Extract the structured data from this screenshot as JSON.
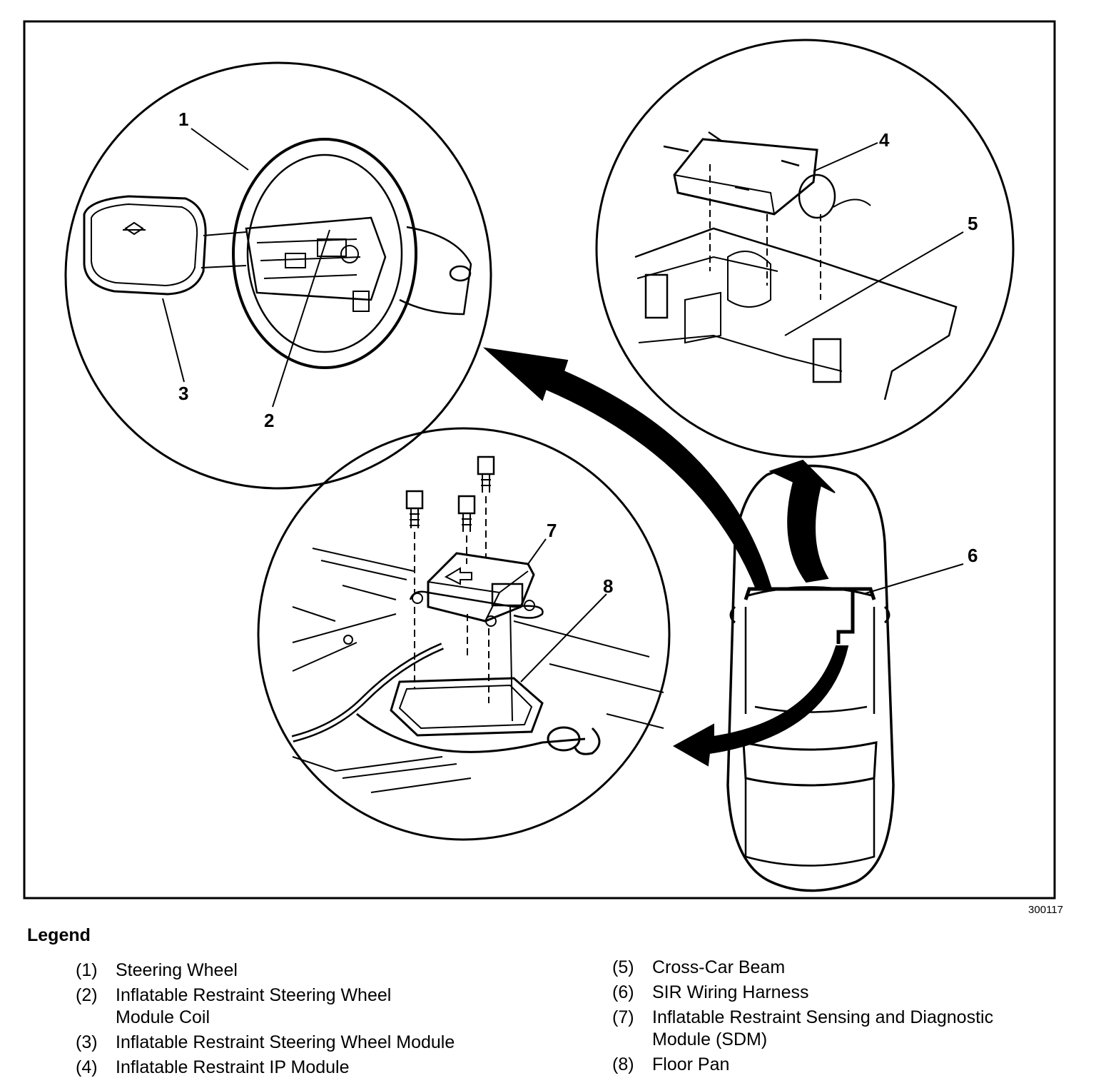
{
  "figure_id": "300117",
  "callouts": [
    "1",
    "2",
    "3",
    "4",
    "5",
    "6",
    "7",
    "8"
  ],
  "legend": {
    "title": "Legend",
    "left": [
      {
        "num": "(1)",
        "text": "Steering Wheel"
      },
      {
        "num": "(2)",
        "text": "Inflatable Restraint Steering Wheel Module Coil"
      },
      {
        "num": "(3)",
        "text": "Inflatable Restraint Steering Wheel Module"
      },
      {
        "num": "(4)",
        "text": "Inflatable Restraint IP Module"
      }
    ],
    "right": [
      {
        "num": "(5)",
        "text": "Cross-Car Beam"
      },
      {
        "num": "(6)",
        "text": "SIR Wiring Harness"
      },
      {
        "num": "(7)",
        "text": "Inflatable Restraint Sensing and Diagnostic Module (SDM)"
      },
      {
        "num": "(8)",
        "text": "Floor Pan"
      }
    ]
  }
}
